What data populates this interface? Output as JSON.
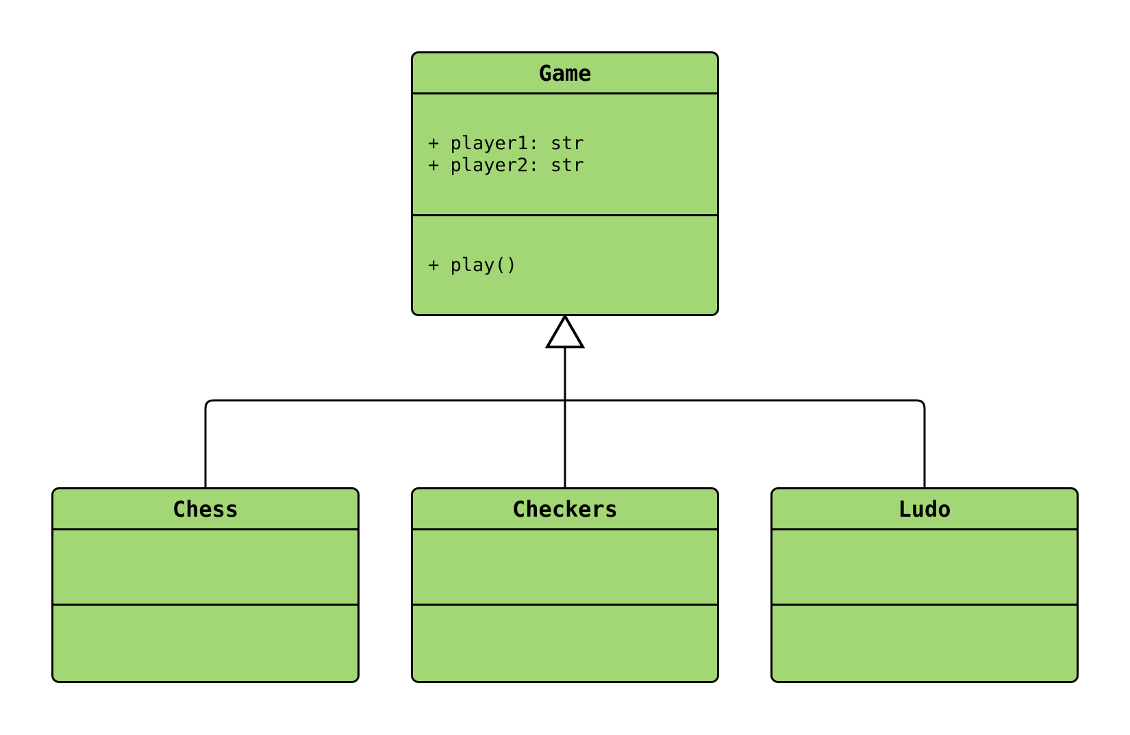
{
  "diagram": {
    "kind": "uml-class-diagram",
    "classes": [
      {
        "name": "Game",
        "attributes": [
          "+ player1: str",
          "+ player2: str"
        ],
        "methods": [
          "+ play()"
        ]
      },
      {
        "name": "Chess",
        "attributes": [],
        "methods": []
      },
      {
        "name": "Checkers",
        "attributes": [],
        "methods": []
      },
      {
        "name": "Ludo",
        "attributes": [],
        "methods": []
      }
    ],
    "relations": [
      {
        "from": "Chess",
        "to": "Game",
        "type": "inheritance"
      },
      {
        "from": "Checkers",
        "to": "Game",
        "type": "inheritance"
      },
      {
        "from": "Ludo",
        "to": "Game",
        "type": "inheritance"
      }
    ]
  },
  "theme": {
    "class_fill": "#a3d675",
    "stroke": "#000000",
    "bg": "#ffffff"
  }
}
